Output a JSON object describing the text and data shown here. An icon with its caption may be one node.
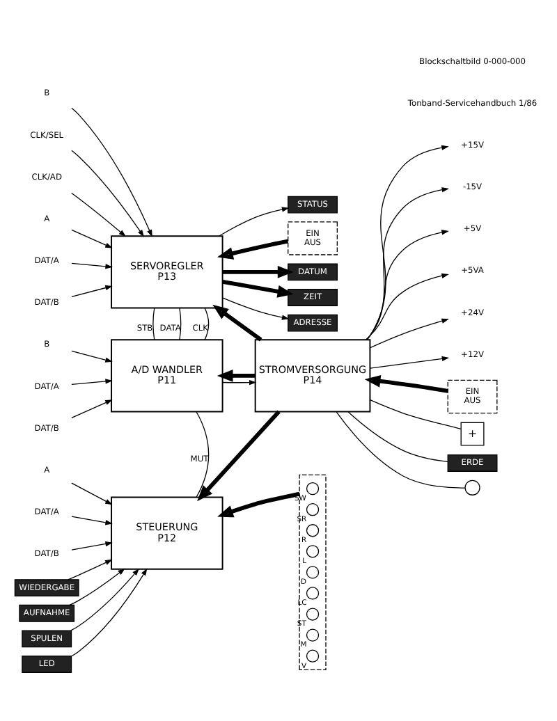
{
  "diagram": {
    "nodes": [
      {
        "text": [
          "SERVOREGLER",
          "P13"
        ]
      },
      {
        "text": [
          "A/D WANDLER",
          "P11"
        ]
      },
      {
        "text": [
          "STEUERUNG",
          "P12"
        ]
      },
      {
        "text": [
          "STROMVERSORGUNG",
          "P14"
        ]
      },
      {
        "text": [
          "DATUM"
        ]
      },
      {
        "text": [
          "ZEIT"
        ]
      },
      {
        "text": [
          "ADRESSE"
        ]
      },
      {
        "text": [
          "STATUS"
        ]
      },
      {
        "text": [
          "B"
        ]
      },
      {
        "text": [
          "CLK/SEL"
        ]
      },
      {
        "text": [
          "CLK/AD"
        ]
      },
      {
        "text": [
          "A"
        ]
      },
      {
        "text": [
          "DAT/A"
        ]
      },
      {
        "text": [
          "DAT/B"
        ]
      },
      {
        "text": [
          "B"
        ]
      },
      {
        "text": [
          "DAT/A"
        ]
      },
      {
        "text": [
          "DAT/B"
        ]
      },
      {
        "text": [
          "A"
        ]
      },
      {
        "text": [
          "DAT/A"
        ]
      },
      {
        "text": [
          "DAT/B"
        ]
      },
      {
        "text": [
          "WIEDERGABE"
        ]
      },
      {
        "text": [
          "AUFNAHME"
        ]
      },
      {
        "text": [
          "SPULEN"
        ]
      },
      {
        "text": [
          "LED"
        ]
      },
      {
        "text": [
          "EIN",
          "AUS"
        ]
      },
      {
        "text": [],
        "shape": "box"
      },
      {
        "text": [],
        "shape": "circle",
        "in": 25,
        "beside": [
          "SW"
        ]
      },
      {
        "text": [],
        "shape": "circle",
        "in": 25,
        "beside": [
          "SR"
        ]
      },
      {
        "text": [],
        "shape": "circle",
        "in": 25,
        "beside": [
          "R"
        ]
      },
      {
        "text": [],
        "shape": "circle",
        "in": 25,
        "beside": [
          "L"
        ]
      },
      {
        "text": [],
        "shape": "circle",
        "in": 25,
        "beside": [
          "D"
        ]
      },
      {
        "text": [],
        "shape": "circle",
        "in": 25,
        "beside": [
          "LC"
        ]
      },
      {
        "text": [],
        "shape": "circle",
        "in": 25,
        "beside": [
          "ST"
        ]
      },
      {
        "text": [],
        "shape": "circle",
        "in": 25,
        "beside": [
          "M"
        ]
      },
      {
        "text": [],
        "shape": "circle",
        "in": 25,
        "beside": [
          "V"
        ]
      },
      {
        "text": [
          "+15V"
        ]
      },
      {
        "text": [
          "-15V"
        ]
      },
      {
        "text": [
          "+5V"
        ]
      },
      {
        "text": [
          "+5VA"
        ]
      },
      {
        "text": [
          "+24V"
        ]
      },
      {
        "text": [
          "+12V"
        ]
      },
      {
        "text": [
          "EIN",
          "AUS"
        ]
      },
      {
        "text": [
          "+"
        ]
      },
      {
        "text": [
          "ERDE"
        ]
      },
      {
        "text": [],
        "shape": "circle"
      }
    ],
    "edges": [
      {
        "from": 8,
        "to": 0,
        "arrow": "to"
      },
      {
        "from": 9,
        "to": 0,
        "arrow": "to"
      },
      {
        "from": 10,
        "to": 0,
        "arrow": "to"
      },
      {
        "from": 11,
        "to": 0,
        "arrow": "to"
      },
      {
        "from": 12,
        "to": 0,
        "arrow": "to"
      },
      {
        "from": 13,
        "to": 0,
        "arrow": "to"
      },
      {
        "from": 14,
        "to": 1,
        "arrow": "to"
      },
      {
        "from": 15,
        "to": 1,
        "arrow": "to"
      },
      {
        "from": 16,
        "to": 1,
        "arrow": "to"
      },
      {
        "from": 17,
        "to": 2,
        "arrow": "to"
      },
      {
        "from": 18,
        "to": 2,
        "arrow": "to"
      },
      {
        "from": 19,
        "to": 2,
        "arrow": "to"
      },
      {
        "from": 0,
        "to": 4,
        "arrow": "to",
        "style": "thick"
      },
      {
        "from": 0,
        "to": 5,
        "arrow": "to",
        "style": "thick"
      },
      {
        "from": 0,
        "to": 6,
        "arrow": "to"
      },
      {
        "from": 0,
        "to": 7,
        "arrow": "to"
      },
      {
        "from": 20,
        "to": 2,
        "arrow": "to"
      },
      {
        "from": 21,
        "to": 2,
        "arrow": "to"
      },
      {
        "from": 22,
        "to": 2,
        "arrow": "to"
      },
      {
        "from": 23,
        "to": 2,
        "arrow": "to"
      },
      {
        "from": 24,
        "to": 0,
        "arrow": "to",
        "style": "thick"
      },
      {
        "from": 3,
        "to": 0,
        "arrow": "to",
        "style": "thick"
      },
      {
        "from": 3,
        "to": 1,
        "arrow": "to",
        "style": "thick"
      },
      {
        "from": 3,
        "to": 2,
        "arrow": "to",
        "style": "thick"
      },
      {
        "from": 0,
        "to": 1,
        "arrow": "none",
        "label": "CLK"
      },
      {
        "from": 0,
        "to": 1,
        "arrow": "none",
        "label": "DATA"
      },
      {
        "from": 0,
        "to": 1,
        "arrow": "none",
        "label": "STB"
      },
      {
        "from": 1,
        "to": 2,
        "arrow": "none",
        "label": "MUT"
      },
      {
        "from": 1,
        "to": 3,
        "arrow": "to"
      },
      {
        "from": 25,
        "to": 2,
        "arrow": "to",
        "style": "thick"
      },
      {
        "from": 3,
        "to": 35,
        "arrow": "to"
      },
      {
        "from": 3,
        "to": 36,
        "arrow": "to"
      },
      {
        "from": 3,
        "to": 37,
        "arrow": "to"
      },
      {
        "from": 3,
        "to": 38,
        "arrow": "to"
      },
      {
        "from": 3,
        "to": 39,
        "arrow": "to"
      },
      {
        "from": 3,
        "to": 40,
        "arrow": "to"
      },
      {
        "from": 41,
        "to": 3,
        "arrow": "to",
        "style": "thick"
      },
      {
        "from": 42,
        "to": 3,
        "arrow": "none"
      },
      {
        "from": 3,
        "to": 43,
        "arrow": "none"
      },
      {
        "from": 3,
        "to": 44,
        "arrow": "none"
      }
    ],
    "labels": [
      "Tonband-Servicehandbuch 1/86",
      "Blockschaltbild 0-000-000"
    ]
  }
}
